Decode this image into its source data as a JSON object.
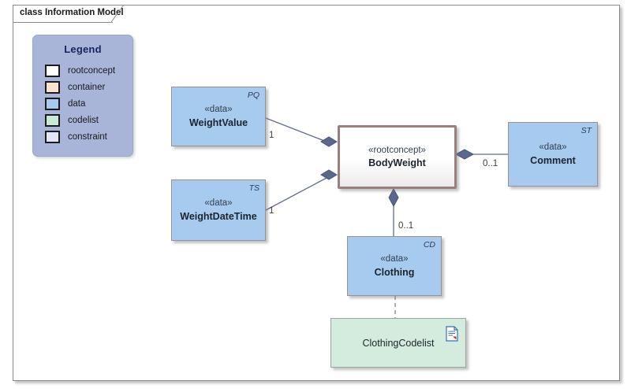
{
  "diagram": {
    "tab_label": "class Information Model"
  },
  "legend": {
    "title": "Legend",
    "items": [
      {
        "label": "rootconcept",
        "color": "#ffffff"
      },
      {
        "label": "container",
        "color": "#fae2cd"
      },
      {
        "label": "data",
        "color": "#a6cbef"
      },
      {
        "label": "codelist",
        "color": "#c9e9d5"
      },
      {
        "label": "constraint",
        "color": "#e4e6f6"
      }
    ],
    "background": "#a8b4d8"
  },
  "classes": [
    {
      "name": "WeightValue",
      "stereotype": "«data»",
      "corner_tag": "PQ",
      "kind": "data"
    },
    {
      "name": "WeightDateTime",
      "stereotype": "«data»",
      "corner_tag": "TS",
      "kind": "data"
    },
    {
      "name": "BodyWeight",
      "stereotype": "«rootconcept»",
      "corner_tag": "",
      "kind": "rootconcept"
    },
    {
      "name": "Comment",
      "stereotype": "«data»",
      "corner_tag": "ST",
      "kind": "data"
    },
    {
      "name": "Clothing",
      "stereotype": "«data»",
      "corner_tag": "CD",
      "kind": "data"
    },
    {
      "name": "ClothingCodelist",
      "stereotype": "",
      "corner_tag": "",
      "kind": "codelist"
    }
  ],
  "connectors": [
    {
      "from": "BodyWeight",
      "to": "WeightValue",
      "type": "composition",
      "multiplicity": "1"
    },
    {
      "from": "BodyWeight",
      "to": "WeightDateTime",
      "type": "composition",
      "multiplicity": "1"
    },
    {
      "from": "BodyWeight",
      "to": "Comment",
      "type": "composition",
      "multiplicity": "0..1"
    },
    {
      "from": "BodyWeight",
      "to": "Clothing",
      "type": "composition",
      "multiplicity": "0..1"
    },
    {
      "from": "Clothing",
      "to": "ClothingCodelist",
      "type": "dependency",
      "multiplicity": ""
    }
  ],
  "colors": {
    "data_fill": "#a6cbef",
    "codelist_fill": "#d3ecdd",
    "rootconcept_border": "#9b7f7c",
    "connector_line": "#5d6b8a",
    "diamond_fill": "#5a6890"
  }
}
